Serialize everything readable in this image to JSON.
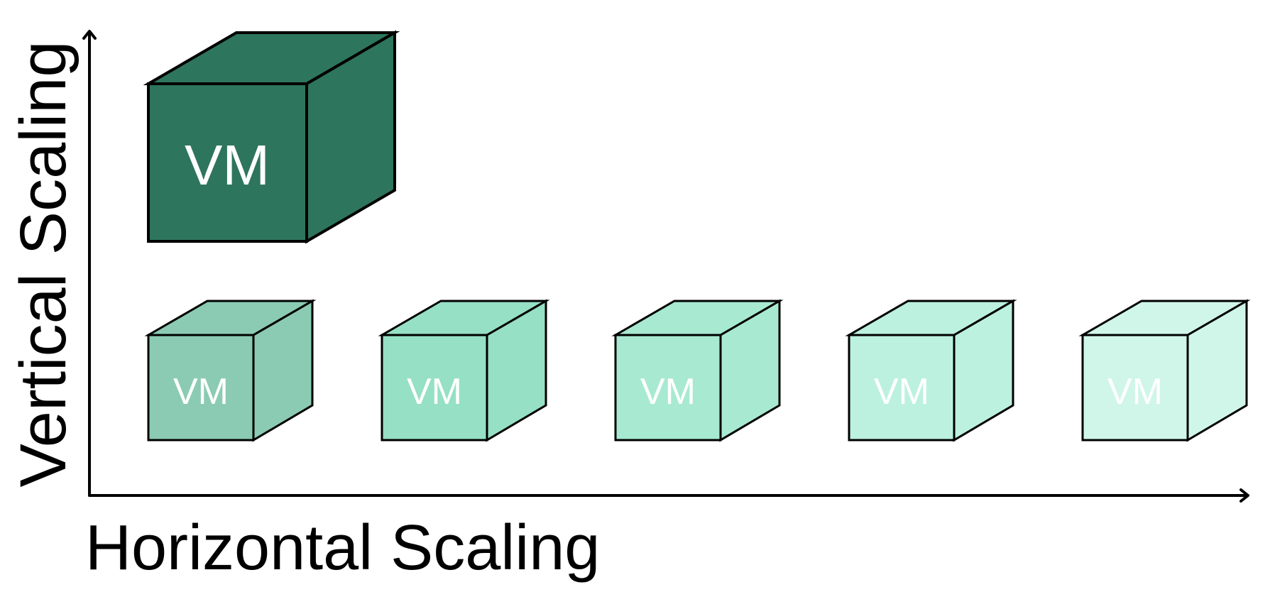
{
  "labels": {
    "vertical_axis": "Vertical Scaling",
    "horizontal_axis": "Horizontal Scaling"
  },
  "vertical_vm": {
    "label": "VM",
    "colors": {
      "front": "#2e755d",
      "top": "#2e755d",
      "side": "#2e755d"
    }
  },
  "horizontal_vms": [
    {
      "label": "VM",
      "colors": {
        "front": "#8bcbb4",
        "top": "#8bcbb4",
        "side": "#8bcbb4"
      }
    },
    {
      "label": "VM",
      "colors": {
        "front": "#96e0c5",
        "top": "#96e0c5",
        "side": "#96e0c5"
      }
    },
    {
      "label": "VM",
      "colors": {
        "front": "#a8e9d2",
        "top": "#a8e9d2",
        "side": "#a8e9d2"
      }
    },
    {
      "label": "VM",
      "colors": {
        "front": "#bcf1df",
        "top": "#bcf1df",
        "side": "#bcf1df"
      }
    },
    {
      "label": "VM",
      "colors": {
        "front": "#d0f6e9",
        "top": "#d0f6e9",
        "side": "#d0f6e9"
      }
    }
  ]
}
